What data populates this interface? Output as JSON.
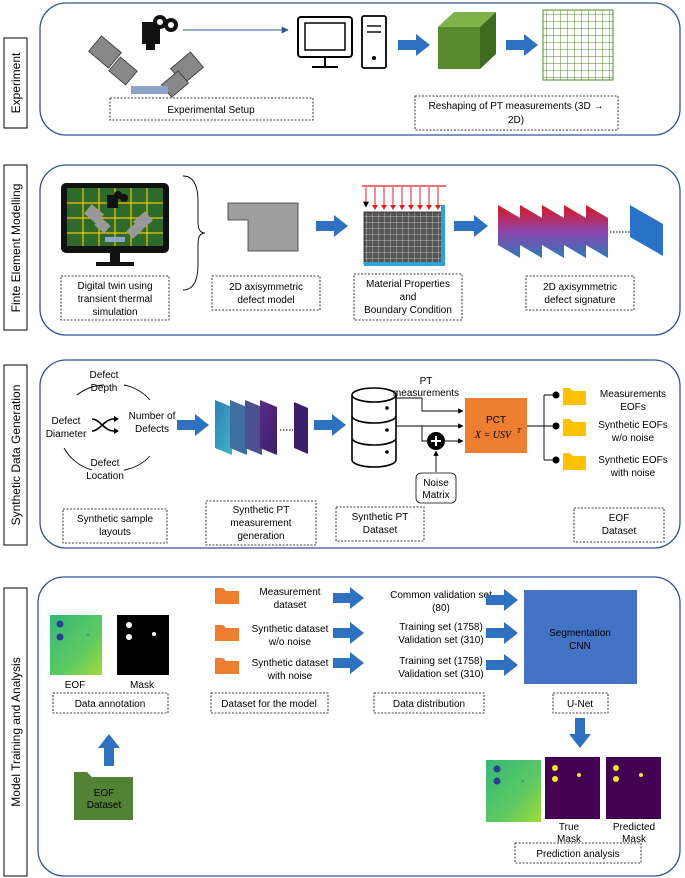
{
  "sections": {
    "experiment": "Experiment",
    "fem": "Finte Element Modelling",
    "synthetic": "Synthetic Data Generation",
    "training": "Model Training and Analysis"
  },
  "experiment": {
    "setup_caption": "Experimental Setup",
    "reshape_caption_l1": "Reshaping of PT measurements (3D →",
    "reshape_caption_l2": "2D)"
  },
  "fem": {
    "twin_l1": "Digital twin using",
    "twin_l2": "transient thermal",
    "twin_l3": "simulation",
    "model_l1": "2D axisymmetric",
    "model_l2": "defect model",
    "mat_l1": "Material Properties",
    "mat_l2": "and",
    "mat_l3": "Boundary Condition",
    "sig_l1": "2D axisymmetric",
    "sig_l2": "defect signature"
  },
  "synthetic": {
    "defect_depth_l1": "Defect",
    "defect_depth_l2": "Depth",
    "defect_diam_l1": "Defect",
    "defect_diam_l2": "Diameter",
    "num_defects_l1": "Number of",
    "num_defects_l2": "Defects",
    "defect_loc_l1": "Defect",
    "defect_loc_l2": "Location",
    "pt_meas_l1": "PT",
    "pt_meas_l2": "measurements",
    "pct_label": "PCT",
    "pct_formula": "X = USV",
    "pct_formula_sup": "T",
    "noise_l1": "Noise",
    "noise_l2": "Matrix",
    "out1_l1": "Measurements",
    "out1_l2": "EOFs",
    "out2_l1": "Synthetic EOFs",
    "out2_l2": "w/o noise",
    "out3_l1": "Synthetic EOFs",
    "out3_l2": "with noise",
    "cap_layouts_l1": "Synthetic sample",
    "cap_layouts_l2": "layouts",
    "cap_gen_l1": "Synthetic PT",
    "cap_gen_l2": "measurement",
    "cap_gen_l3": "generation",
    "cap_dataset_l1": "Synthetic PT",
    "cap_dataset_l2": "Dataset",
    "cap_eof_l1": "EOF",
    "cap_eof_l2": "Dataset"
  },
  "training": {
    "eof_label": "EOF",
    "mask_label": "Mask",
    "cap_annotation": "Data annotation",
    "ds1_l1": "Measurement",
    "ds1_l2": "dataset",
    "ds2_l1": "Synthetic dataset",
    "ds2_l2": "w/o noise",
    "ds3_l1": "Synthetic dataset",
    "ds3_l2": "with noise",
    "cap_dataset_model": "Dataset for the model",
    "dist1_l1": "Common validation set",
    "dist1_l2": "(80)",
    "dist2_l1": "Training set (1758)",
    "dist2_l2": "Validation set (310)",
    "dist3_l1": "Training set (1758)",
    "dist3_l2": "Validation set (310)",
    "cap_distribution": "Data distribution",
    "cnn_l1": "Segmentation",
    "cnn_l2": "CNN",
    "cap_unet": "U-Net",
    "eof_dataset_l1": "EOF",
    "eof_dataset_l2": "Dataset",
    "true_mask_l1": "True",
    "true_mask_l2": "Mask",
    "pred_mask_l1": "Predicted",
    "pred_mask_l2": "Mask",
    "cap_prediction": "Prediction analysis"
  },
  "colors": {
    "panel_border": "#2f5597",
    "arrow_blue": "#2f71c1",
    "cnn_blue": "#4472c4",
    "pct_orange": "#ed7d31",
    "folder_yellow": "#ffc000",
    "folder_orange": "#ed7d31",
    "folder_green": "#548235",
    "cube_green": "#5a8a2e",
    "mask_purple": "#440154",
    "dot_yellow": "#fde725"
  }
}
